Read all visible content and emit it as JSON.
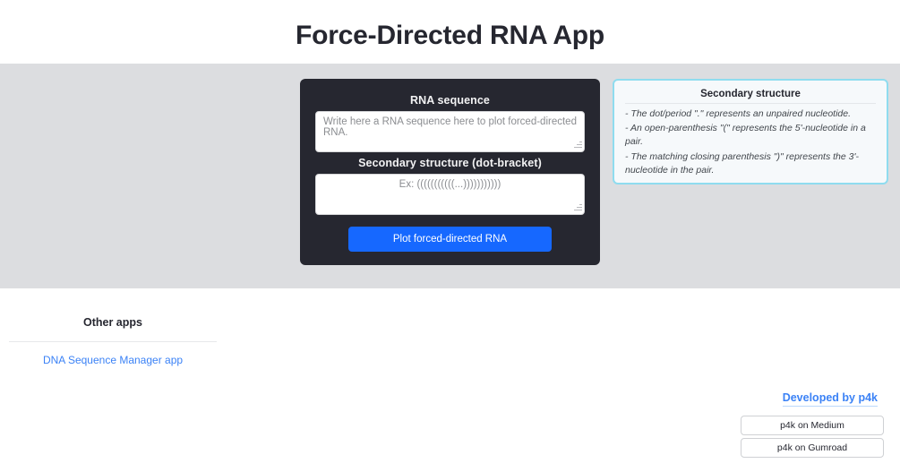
{
  "header": {
    "title": "Force-Directed RNA App"
  },
  "form": {
    "rna_sequence_label": "RNA sequence",
    "rna_sequence_value": "",
    "rna_sequence_placeholder": "Write here a RNA sequence here to plot forced-directed RNA.",
    "structure_label": "Secondary structure (dot-bracket)",
    "structure_value": "",
    "structure_placeholder": "Ex: (((((((((((...)))))))))))",
    "submit_label": "Plot forced-directed RNA",
    "submit_color": "#1668ff"
  },
  "info": {
    "title": "Secondary structure",
    "border_color": "#8fdcef",
    "lines": [
      "- The dot/period \".\" represents an unpaired nucleotide.",
      "- An open-parenthesis \"(\" represents the 5'-nucleotide in a pair.",
      "- The matching closing parenthesis \")\" represents the 3'-nucleotide in the pair."
    ]
  },
  "other_apps": {
    "title": "Other apps",
    "links": [
      {
        "label": "DNA Sequence Manager app"
      }
    ]
  },
  "footer": {
    "developer_link": "Developed by p4k",
    "link_color": "#3b82f6",
    "buttons": [
      {
        "label": "p4k on Medium"
      },
      {
        "label": "p4k on Gumroad"
      }
    ]
  }
}
